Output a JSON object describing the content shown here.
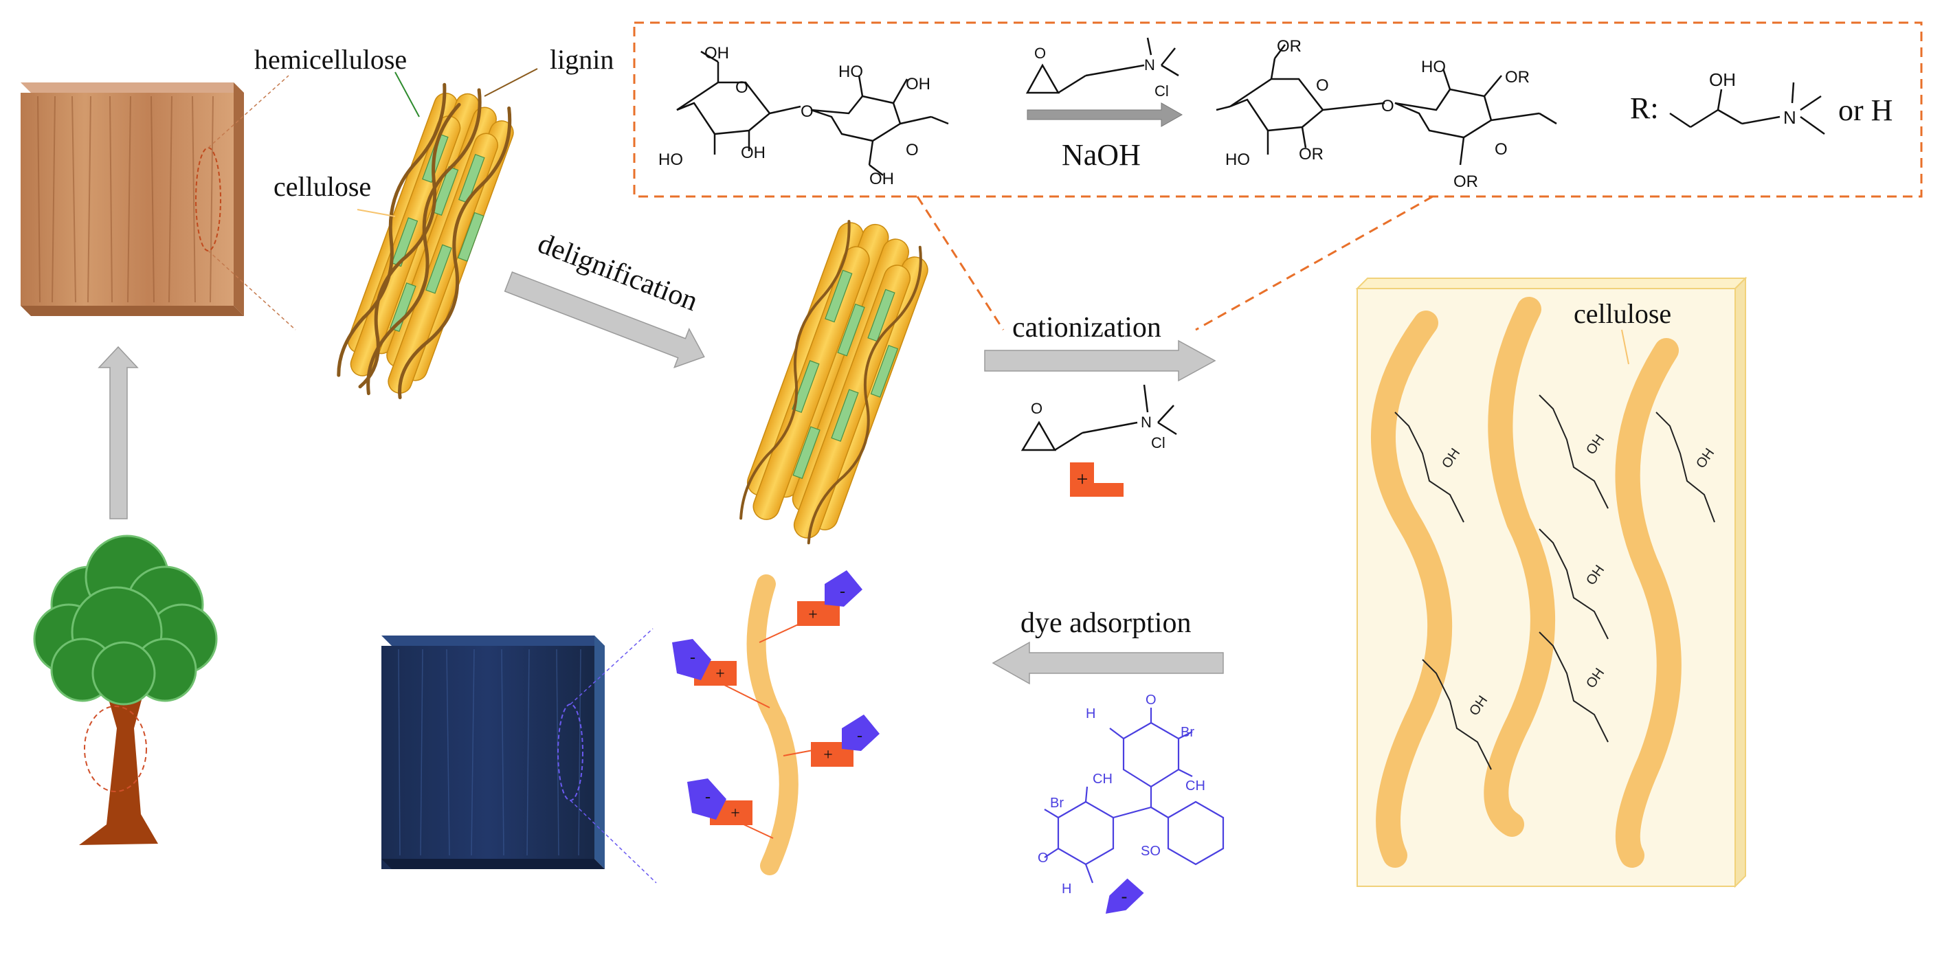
{
  "labels": {
    "hemicellulose": "hemicellulose",
    "lignin": "lignin",
    "cellulose_left": "cellulose",
    "cellulose_right": "cellulose",
    "delignification": "delignification",
    "cationization": "cationization",
    "dye_adsorption": "dye adsorption",
    "naoh": "NaOH",
    "r_label": "R:",
    "or_h": "or H"
  },
  "chem_text": {
    "oh": "OH",
    "ho": "HO",
    "or": "OR",
    "o": "O",
    "cl": "Cl",
    "n_plus": "N",
    "plus": "+",
    "minus": "-",
    "h3c": "H",
    "ch3": "CH",
    "br": "Br",
    "so3": "SO",
    "o_minus": "O"
  },
  "colors": {
    "dashed_box": "#e8702a",
    "arrow_gray": "#c8c8c8",
    "cellulose_fiber": "#f7c46e",
    "cellulose_panel": "#fdf7e3",
    "hemicellulose_green": "#8fd18a",
    "lignin_brown": "#8a5a1c",
    "wood_light": "#c8875a",
    "wood_dark": "#1b2f55",
    "cation_orange": "#f25c2a",
    "dye_blue": "#5b3ff0",
    "tree_green": "#2e8b2e",
    "tree_trunk": "#a0400e"
  }
}
